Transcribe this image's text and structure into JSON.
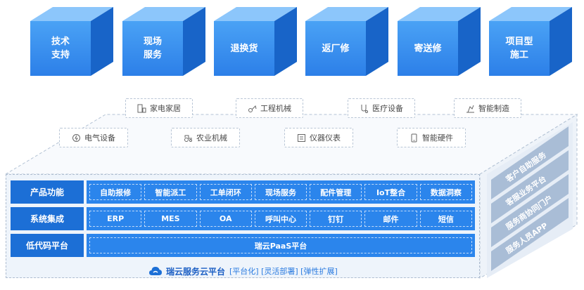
{
  "cubes": [
    {
      "label": "技术\n支持"
    },
    {
      "label": "现场\n服务"
    },
    {
      "label": "退换货"
    },
    {
      "label": "返厂修"
    },
    {
      "label": "寄送修"
    },
    {
      "label": "项目型\n施工"
    }
  ],
  "tags_back": [
    {
      "label": "家电家居",
      "icon": "furniture-icon"
    },
    {
      "label": "工程机械",
      "icon": "engineering-icon"
    },
    {
      "label": "医疗设备",
      "icon": "medical-icon"
    },
    {
      "label": "智能制造",
      "icon": "manufacturing-icon"
    }
  ],
  "tags_front": [
    {
      "label": "电气设备",
      "icon": "electric-icon"
    },
    {
      "label": "农业机械",
      "icon": "tractor-icon"
    },
    {
      "label": "仪器仪表",
      "icon": "instrument-icon"
    },
    {
      "label": "智能硬件",
      "icon": "device-icon"
    }
  ],
  "rows": [
    {
      "label": "产品功能",
      "cells": [
        "自助报修",
        "智能派工",
        "工单闭环",
        "现场服务",
        "配件管理",
        "IoT整合",
        "数据洞察"
      ]
    },
    {
      "label": "系统集成",
      "cells": [
        "ERP",
        "MES",
        "OA",
        "呼叫中心",
        "钉钉",
        "邮件",
        "短信"
      ]
    },
    {
      "label": "低代码平台",
      "cells": [
        "瑞云PaaS平台"
      ]
    }
  ],
  "footer": {
    "brand": "瑞云服务云平台",
    "tags": "[平台化] [灵活部署] [弹性扩展]"
  },
  "side": [
    "客户自助服务",
    "客服业务平台",
    "服务商协同门户",
    "服务人员APP"
  ],
  "colors": {
    "cube_front": "#2c7fe8",
    "cube_top": "#8cc6fb",
    "cube_side": "#1864c8",
    "label_bg": "#1c6fd6",
    "cell_bg": "#2b85ec",
    "side_bg": "#a9bdd6"
  }
}
